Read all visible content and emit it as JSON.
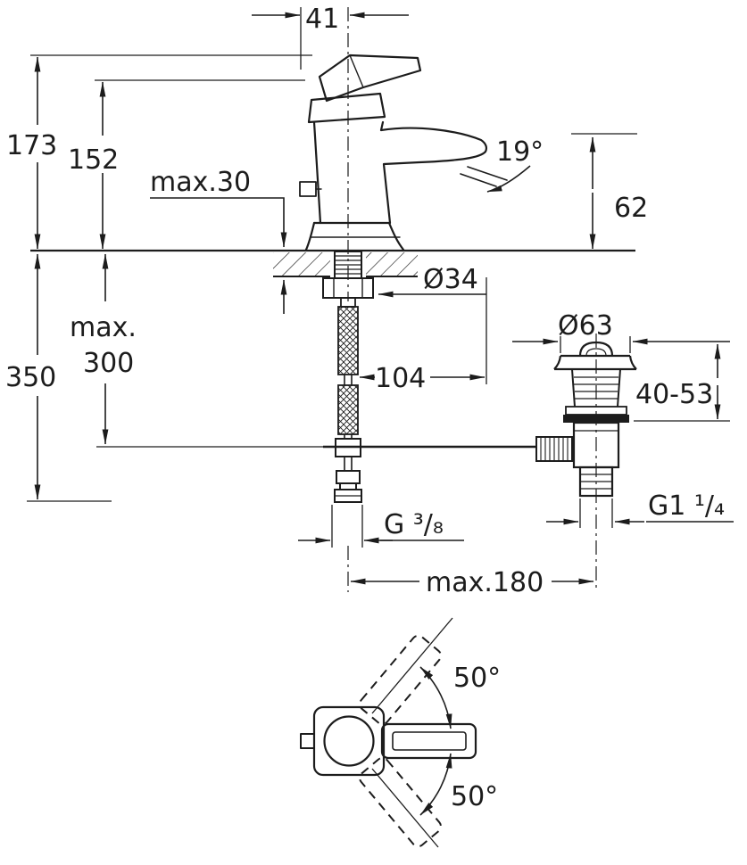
{
  "page": {
    "background": "#ffffff",
    "line_color": "#1c1c1c",
    "description": "Technical dimension drawing of a single-lever basin faucet with pop-up drain, side view and top view"
  },
  "side_view": {
    "dimensions": {
      "handle_width": "41",
      "total_height": "173",
      "body_height": "152",
      "max_deck_thickness": "max.30",
      "spout_angle": "19°",
      "spout_height": "62",
      "hole_diameter": "Ø34",
      "max_label": "max.",
      "max_below_value": "300",
      "total_below": "350",
      "hose_offset": "104",
      "drain_flange_diameter": "Ø63",
      "drain_deck_range": "40-53",
      "drain_thread": "G1 ¹/₄",
      "supply_thread": "G ³/₈",
      "max_distance": "max.180"
    }
  },
  "top_view": {
    "dimensions": {
      "swivel_angle_up": "50°",
      "swivel_angle_down": "50°"
    }
  }
}
